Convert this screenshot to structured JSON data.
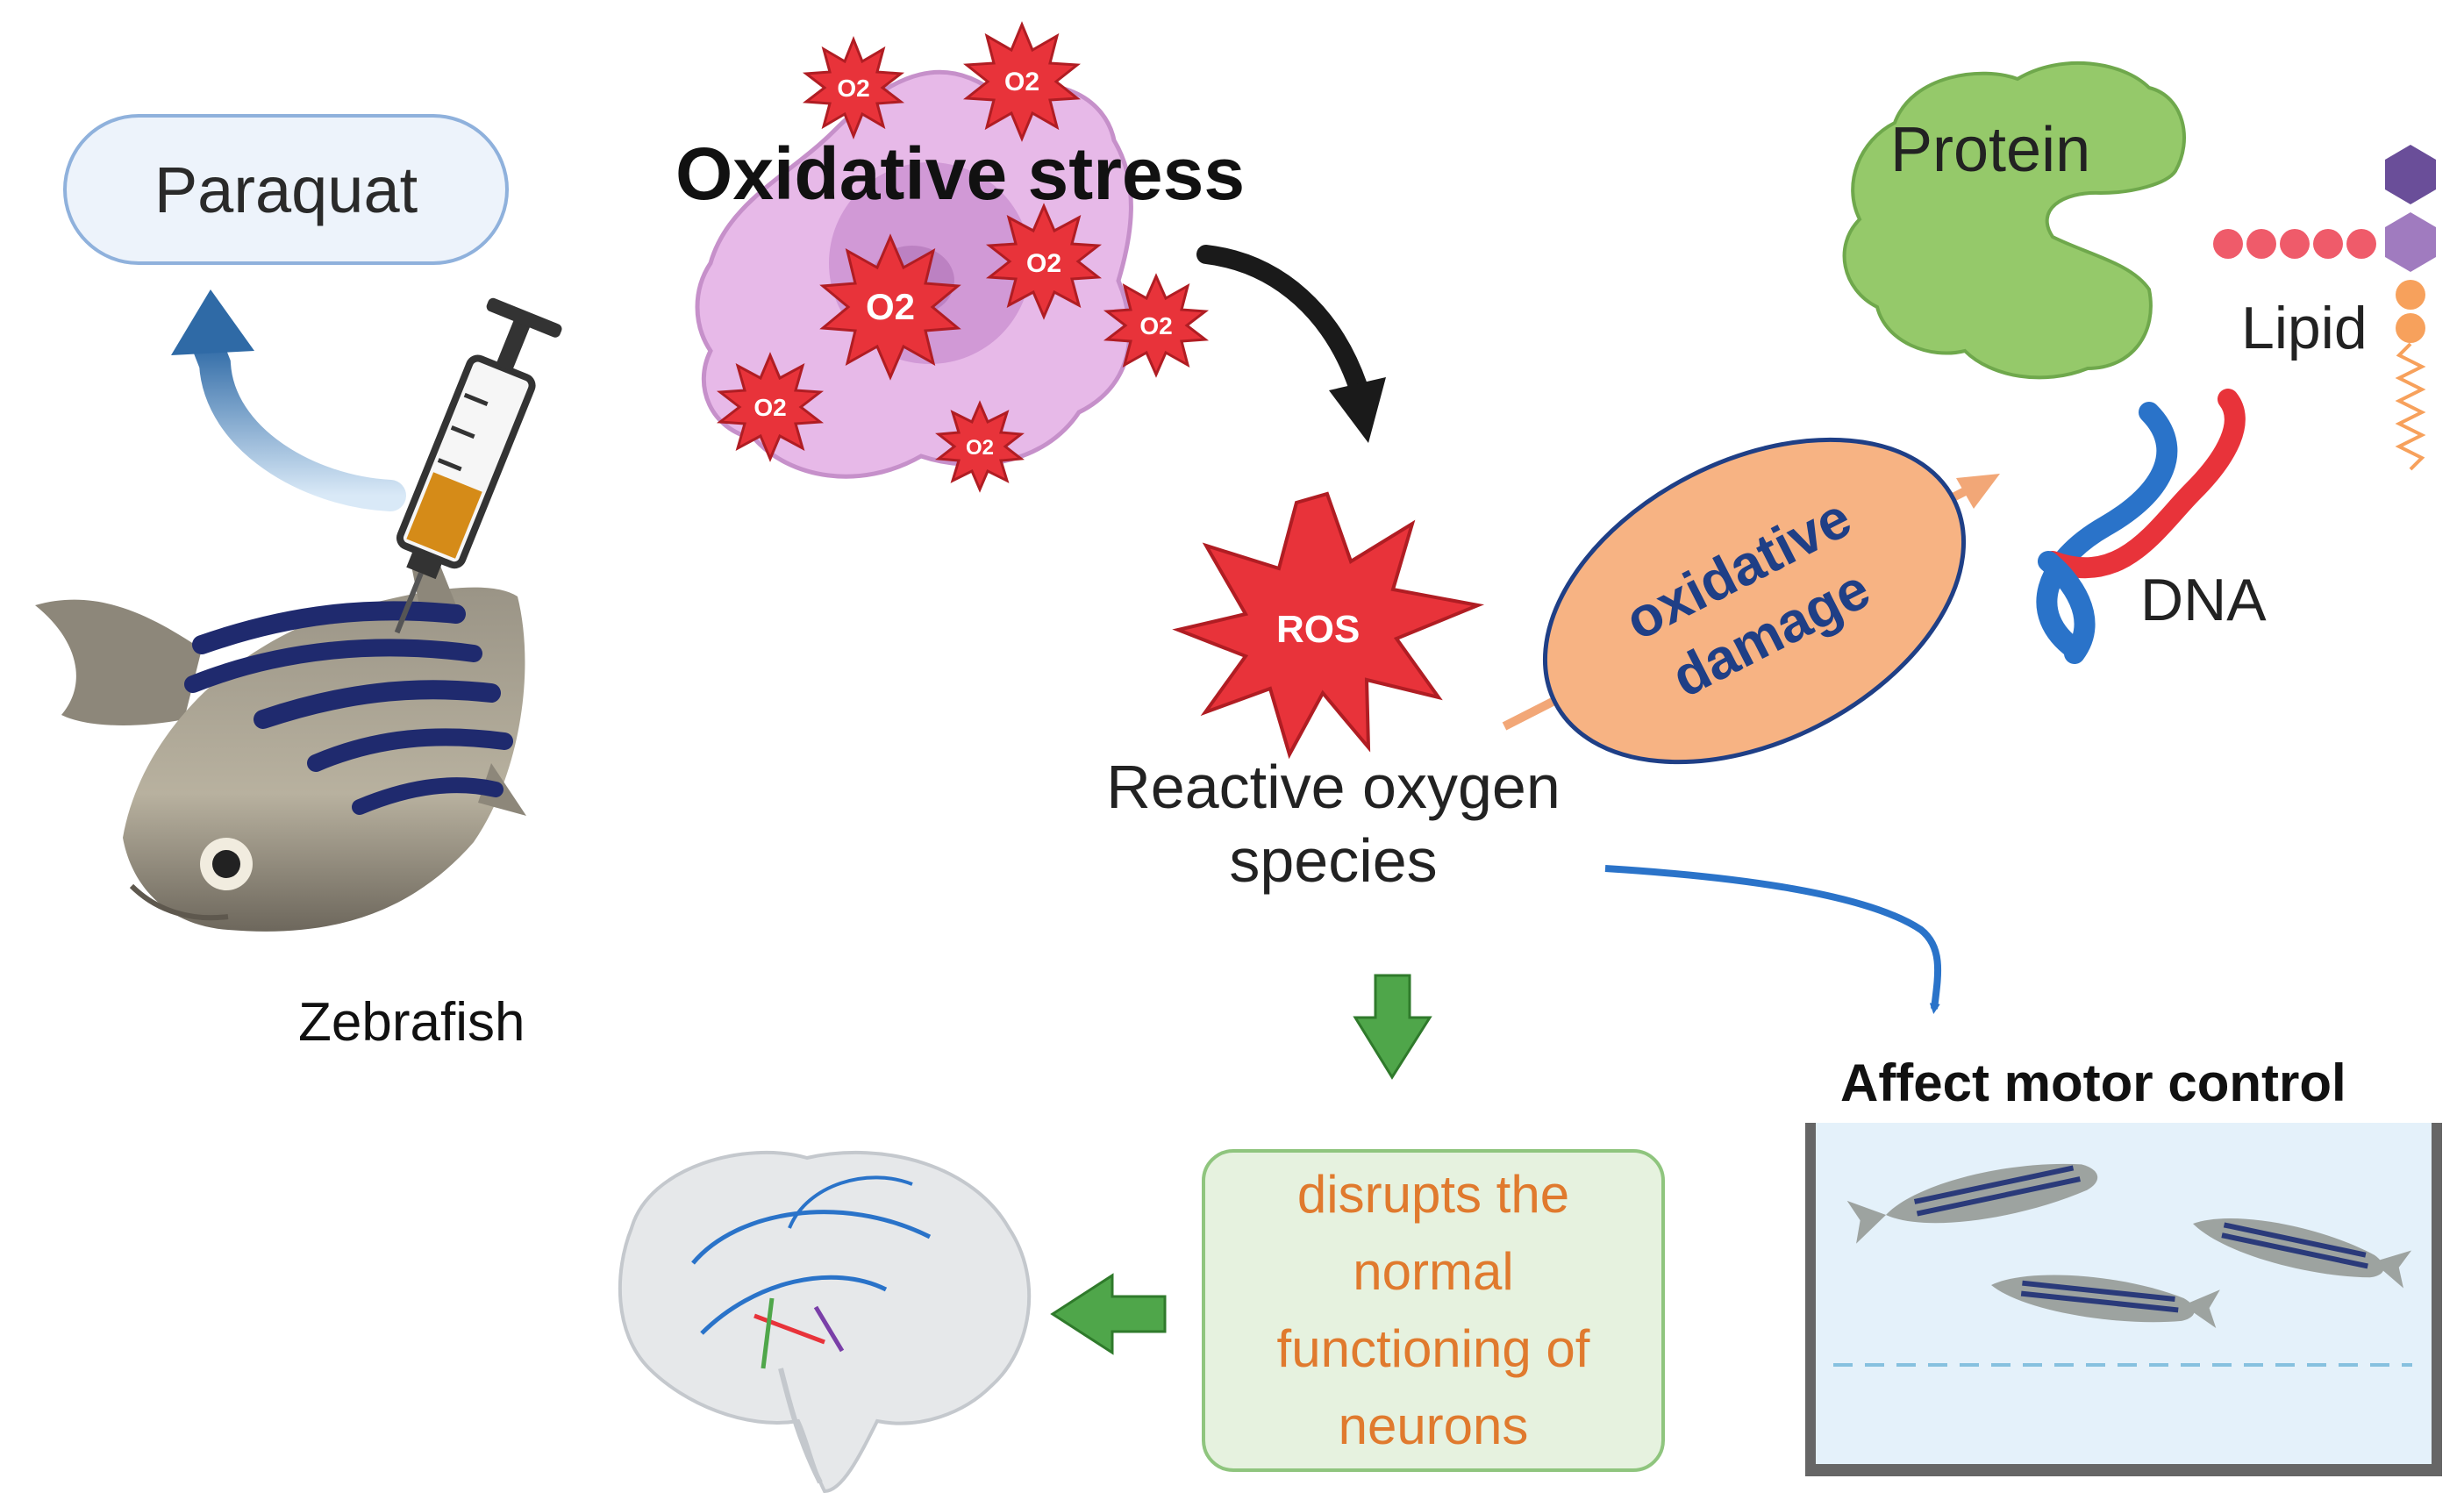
{
  "source": {
    "label": "Paraquat"
  },
  "organism": {
    "label": "Zebrafish"
  },
  "stress": {
    "title": "Oxidative stress",
    "superoxide_label": "O2"
  },
  "ros": {
    "badge": "ROS",
    "caption": "Reactive oxygen species"
  },
  "damage": {
    "line1": "oxidative",
    "line2": "damage"
  },
  "targets": {
    "protein": "Protein",
    "lipid": "Lipid",
    "dna": "DNA"
  },
  "neurons": {
    "text": "disrupts the normal functioning of neurons"
  },
  "motor": {
    "title": "Affect motor control"
  },
  "colors": {
    "ros_star": "#e8333a",
    "cell": "#e7b9e8",
    "damage_ellipse": "#f7b383",
    "damage_text": "#1f3f86",
    "neuron_text": "#e07a2e",
    "neuron_box": "#e6f2df",
    "green_arrow": "#4fa64a",
    "blue_arrow": "#2a73c9",
    "protein": "#95c96a"
  },
  "icons": [
    "injection-arrow-icon",
    "syringe-icon",
    "fish-icon",
    "cell-icon",
    "superoxide-icon",
    "ros-star-icon",
    "protein-icon",
    "lipid-icon",
    "dna-icon",
    "brain-icon",
    "aquarium-icon"
  ]
}
